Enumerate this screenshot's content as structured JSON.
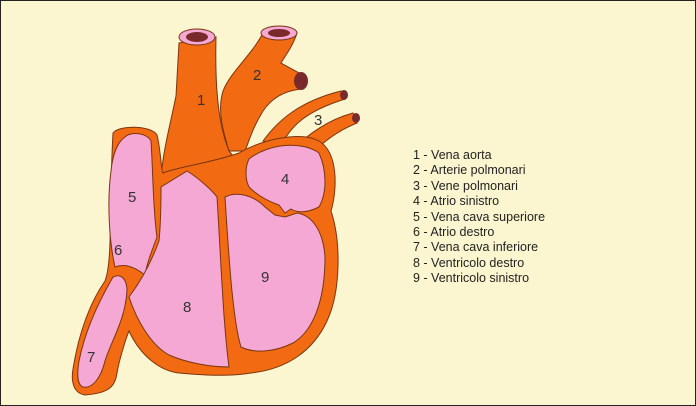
{
  "diagram": {
    "colors": {
      "background": "#fbf6cf",
      "vessel": "#f26a12",
      "chamber": "#f5a8d4",
      "vessel_lumen": "#7a2a2a",
      "outline": "#7a3510"
    },
    "labels": [
      "1",
      "2",
      "3",
      "4",
      "5",
      "6",
      "7",
      "8",
      "9"
    ],
    "legend": [
      "1 - Vena aorta",
      "2 - Arterie polmonari",
      "3 - Vene polmonari",
      "4 - Atrio sinistro",
      "5 - Vena cava superiore",
      "6 - Atrio destro",
      "7 - Vena cava inferiore",
      "8 - Ventricolo destro",
      "9 - Ventricolo sinistro"
    ]
  }
}
